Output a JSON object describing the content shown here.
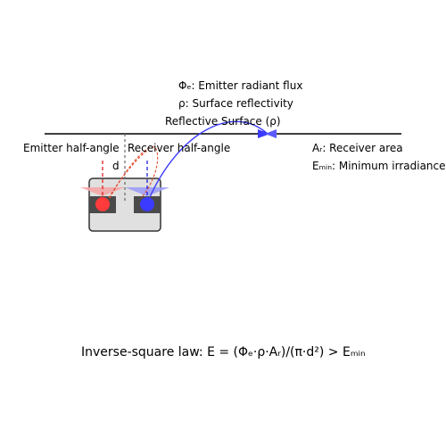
{
  "legend": {
    "flux": "Φₑ: Emitter radiant flux",
    "reflectivity": "ρ: Surface reflectivity"
  },
  "surface": {
    "label": "Reflective Surface (ρ)"
  },
  "emitter": {
    "half_angle_label": "Emitter half-angle",
    "color": "#ff3b3b",
    "cone_color": "#f4a6a6"
  },
  "receiver": {
    "half_angle_label": "Receiver half-angle",
    "color": "#3b3bff",
    "cone_color": "#9f9ff7"
  },
  "distance_label": "d",
  "right_labels": {
    "area": "Aᵣ: Receiver area",
    "min_irradiance": "Eₘᵢₙ: Minimum irradiance"
  },
  "formula": "Inverse-square law: E = (Φₑ·ρ·Aᵣ)/(π·d²) > Eₘᵢₙ"
}
